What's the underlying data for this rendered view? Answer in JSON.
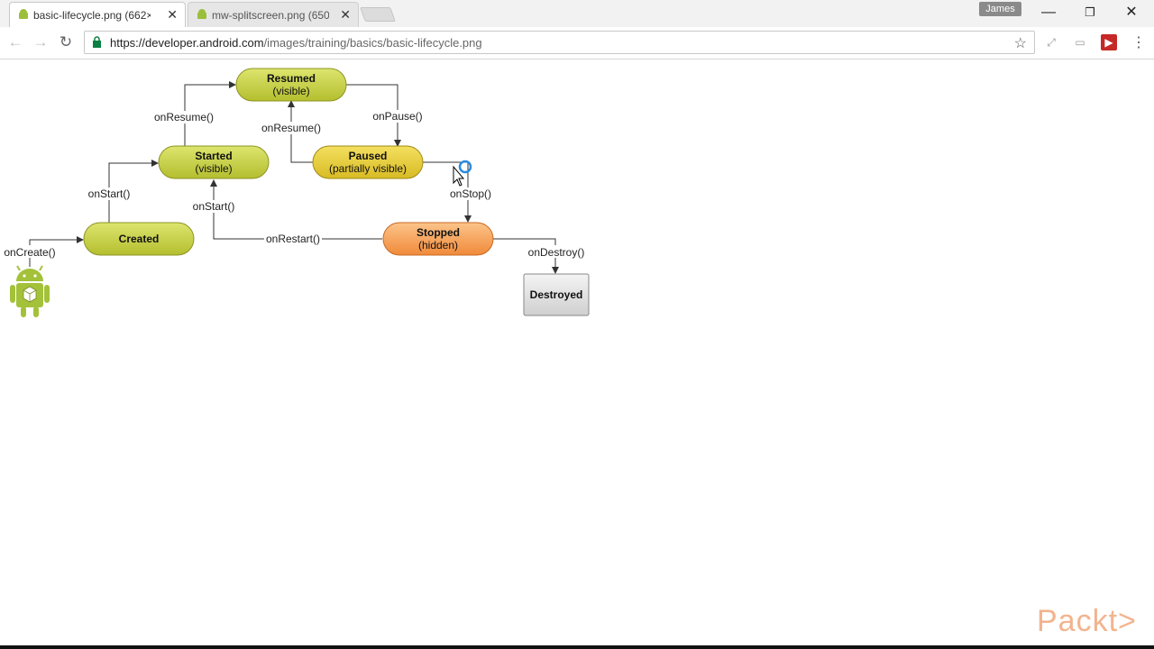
{
  "browser": {
    "tabs": [
      {
        "title": "basic-lifecycle.png (662×",
        "active": true
      },
      {
        "title": "mw-splitscreen.png (650",
        "active": false
      }
    ],
    "profile_name": "James",
    "url_host": "https://developer.android.com",
    "url_path": "/images/training/basics/basic-lifecycle.png",
    "window_controls": {
      "minimize": "—",
      "restore": "❐",
      "close": "✕"
    }
  },
  "diagram": {
    "states": {
      "resumed": {
        "name": "Resumed",
        "sub": "(visible)"
      },
      "started": {
        "name": "Started",
        "sub": "(visible)"
      },
      "paused": {
        "name": "Paused",
        "sub": "(partially visible)"
      },
      "created": {
        "name": "Created"
      },
      "stopped": {
        "name": "Stopped",
        "sub": "(hidden)"
      },
      "destroyed": {
        "name": "Destroyed"
      }
    },
    "edges": {
      "on_create": "onCreate()",
      "on_start_1": "onStart()",
      "on_resume_1": "onResume()",
      "on_pause": "onPause()",
      "on_resume_2": "onResume()",
      "on_stop": "onStop()",
      "on_start_2": "onStart()",
      "on_restart": "onRestart()",
      "on_destroy": "onDestroy()"
    },
    "colors": {
      "green_state": "#c8d24a",
      "yellow_state": "#e9cf3f",
      "orange_state": "#f8a561",
      "destroyed_state": "#e0e0e0"
    }
  },
  "brand": "Packt>"
}
